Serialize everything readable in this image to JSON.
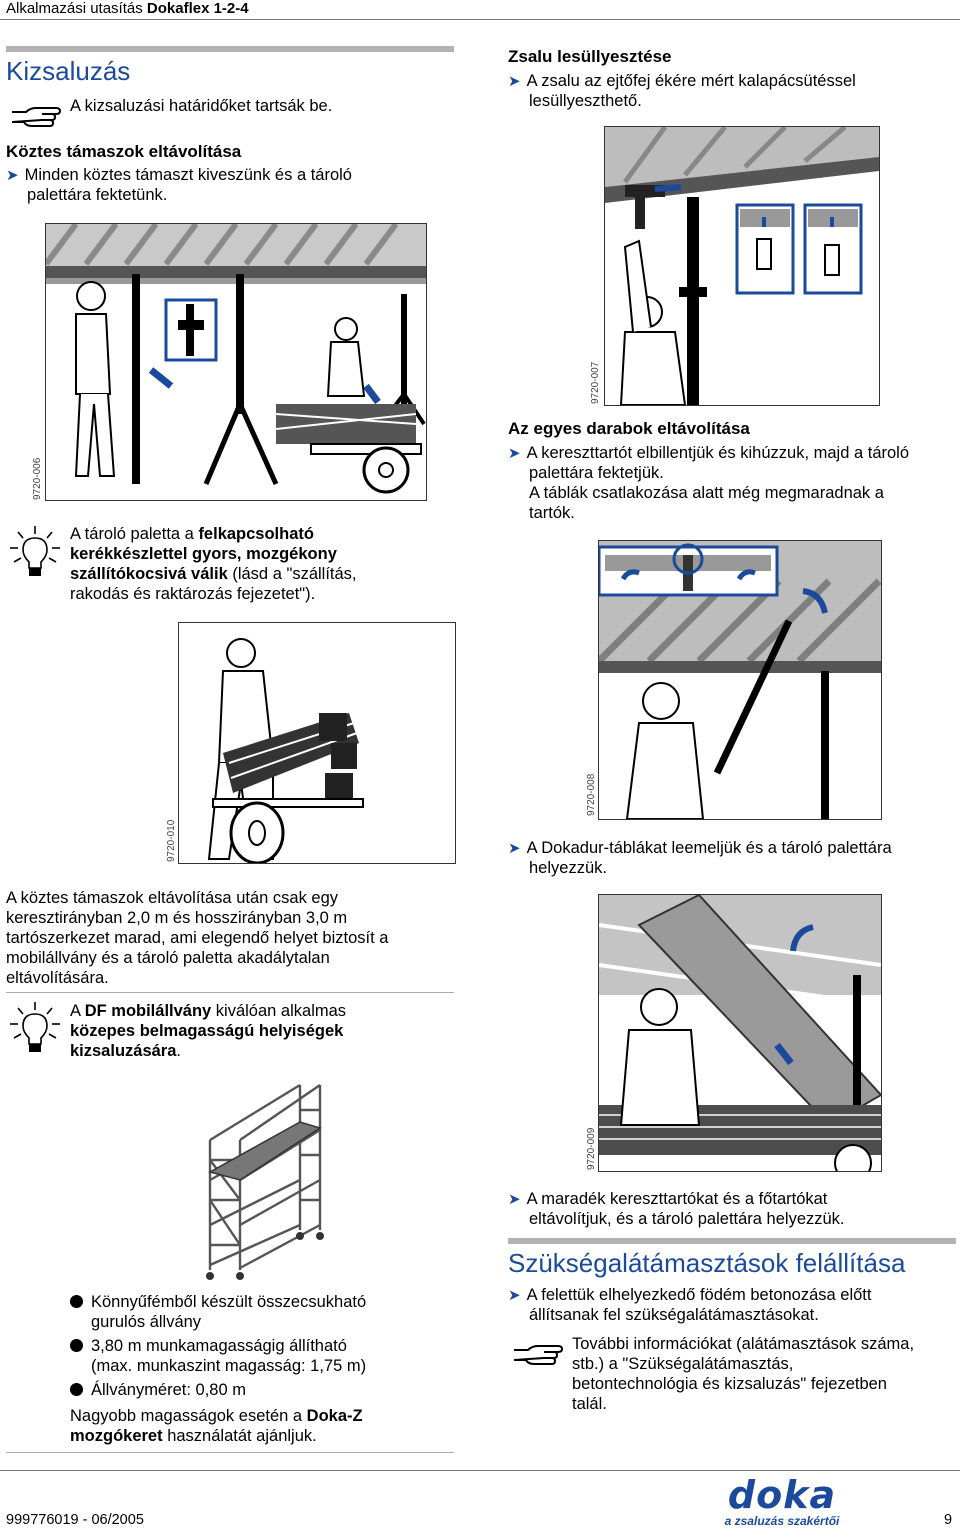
{
  "header": {
    "prefix": "Alkalmazási utasítás ",
    "product": "Dokaflex 1-2-4"
  },
  "left": {
    "section_title": "Kizsaluzás",
    "note_text": "A kizsaluzási határidőket tartsák be.",
    "sub1_title": "Köztes támaszok eltávolítása",
    "sub1_step_line1": "Minden köztes támaszt kiveszünk és a tároló",
    "sub1_step_line2": "palettára fektetünk.",
    "fig1_code": "9720-006",
    "tip1_line1": "A tároló paletta a ",
    "tip1_bold1": "felkapcsolható",
    "tip1_bold2": "kerékkészlettel gyors, mozgékony",
    "tip1_bold3": "szállítókocsivá válik",
    "tip1_rest3": " (lásd a \"szállítás,",
    "tip1_line4": "rakodás és raktározás fejezetet\").",
    "fig2_code": "9720-010",
    "para_line1": "A köztes támaszok eltávolítása után csak egy",
    "para_line2": "keresztirányban 2,0 m és hosszirányban 3,0 m",
    "para_line3": "tartószerkezet marad, ami elegendő helyet biztosít a",
    "para_line4": "mobilállvány és a tároló paletta akadálytalan",
    "para_line5": "eltávolítására.",
    "tip2_pre": "A ",
    "tip2_bold1": "DF mobilállvány",
    "tip2_mid": "  kiválóan alkalmas",
    "tip2_bold2": "közepes belmagasságú helyiségek",
    "tip2_bold3": "kizsaluzására",
    "tip2_end": ".",
    "bullet1_line1": "Könnyűfémből készült összecsukható",
    "bullet1_line2": "gurulós állvány",
    "bullet2_line1": "3,80 m munkamagasságig állítható",
    "bullet2_line2": "(max. munkaszint magasság: 1,75 m)",
    "bullet3": "Állványméret: 0,80 m",
    "reco_pre": "Nagyobb magasságok esetén a ",
    "reco_bold1": "Doka-Z",
    "reco_bold2": "mozgókeret",
    "reco_end": " használatát ajánljuk."
  },
  "right": {
    "sub_lower_title": "Zsalu lesüllyesztése",
    "sub_lower_line1": "A zsalu az ejtőfej ékére mért kalapácsütéssel",
    "sub_lower_line2": "lesüllyeszthető.",
    "fig3_code": "9720-007",
    "sub_remove_title": "Az egyes darabok eltávolítása",
    "remove_line1": "A kereszttartót elbillentjük és kihúzzuk, majd a tároló",
    "remove_line2": "palettára fektetjük.",
    "remove_line3": "A táblák csatlakozása alatt még megmaradnak a",
    "remove_line4": "tartók.",
    "fig4_code": "9720-008",
    "lift_line1": "A Dokadur-táblákat leemeljük és a tároló palettára",
    "lift_line2": "helyezzük.",
    "fig5_code": "9720-009",
    "rest_line1": "A maradék kereszttartókat és a főtartókat",
    "rest_line2": "eltávolítjuk, és a tároló palettára helyezzük.",
    "section2_title": "Szükségalátámasztások felállítása",
    "shore_line1": "A felettük elhelyezkedő födém betonozása előtt",
    "shore_line2": "állítsanak fel szükségalátámasztásokat.",
    "info_line1": "További információkat (alátámasztások száma,",
    "info_line2": "stb.) a \"Szükségalátámasztás,",
    "info_line3": "betontechnológia és kizsaluzás\" fejezetben",
    "info_line4": "talál."
  },
  "footer": {
    "doc_number": "999776019  - 06/2005",
    "logo_text": "doka",
    "logo_tagline": "a zsaluzás szakértői",
    "page_number": "9"
  },
  "colors": {
    "accent": "#1b4a9c",
    "rule": "#b3b3b3"
  },
  "icons": {
    "note": "pointing-hand-icon",
    "tip": "light-bulb-icon",
    "step": "arrow-right-icon",
    "bullet": "bullet-dot-icon"
  }
}
